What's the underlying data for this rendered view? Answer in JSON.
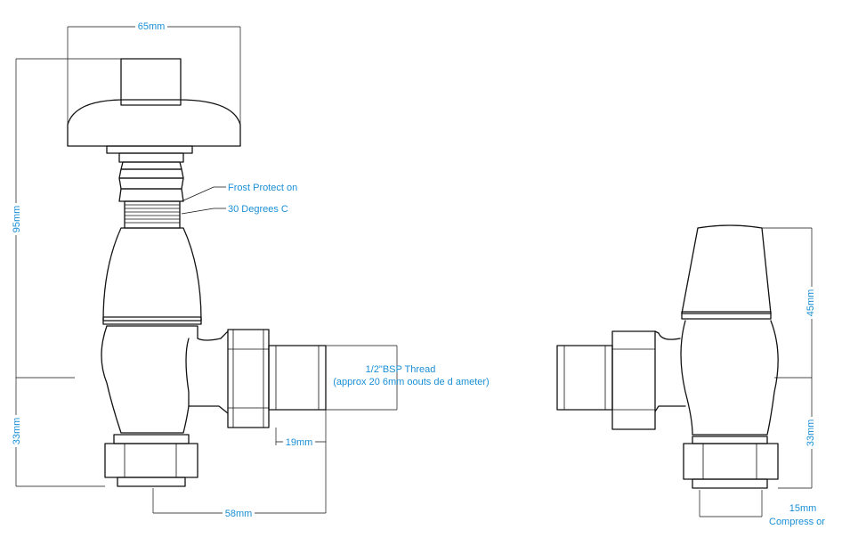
{
  "dims": {
    "width_top": "65mm",
    "height_total": "95mm",
    "height_bottom_left": "33mm",
    "width_base": "58mm",
    "thread_len": "19mm",
    "cap_height": "45mm",
    "height_bottom_right": "33mm",
    "pipe_size": "15mm",
    "pipe_type": "Compress or"
  },
  "callouts": {
    "frost": "Frost Protect on",
    "angle": "30 Degrees C",
    "thread_line1": "1/2\"BSP Thread",
    "thread_line2": "(approx 20 6mm oouts de d ameter)"
  },
  "colors": {
    "dimension_text": "#1a8fd6",
    "line": "#111111"
  }
}
